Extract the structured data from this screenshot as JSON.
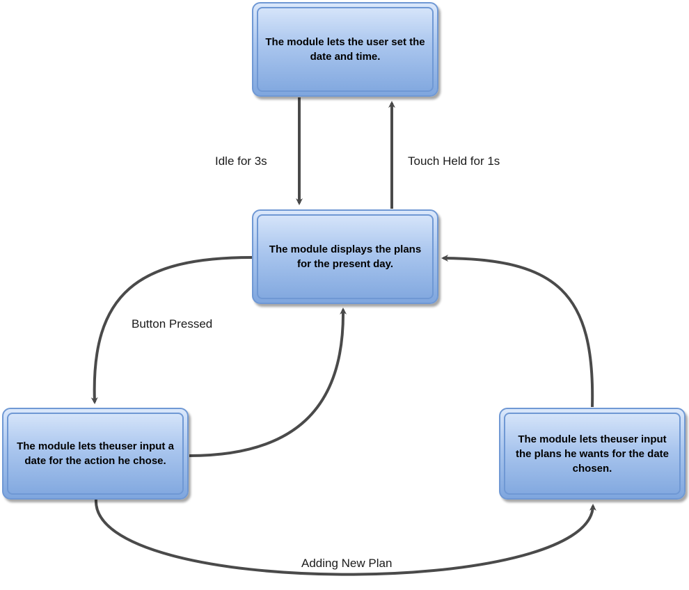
{
  "nodes": {
    "set_datetime": "The module lets the user set the date and time.",
    "display_plans": "The module displays the plans for the present day.",
    "input_date": "The module lets theuser input a date for the action he chose.",
    "input_plans": "The module lets theuser input the plans he wants for the date chosen."
  },
  "edges": {
    "idle": "Idle for 3s",
    "touch_held": "Touch Held for 1s",
    "button_pressed": "Button Pressed",
    "adding_new_plan": "Adding New Plan"
  },
  "colors": {
    "node_border": "#6f98d4",
    "node_fill_top": "#dbe8fb",
    "node_fill_bottom": "#7fa6de",
    "arrow": "#4a4a4a"
  }
}
